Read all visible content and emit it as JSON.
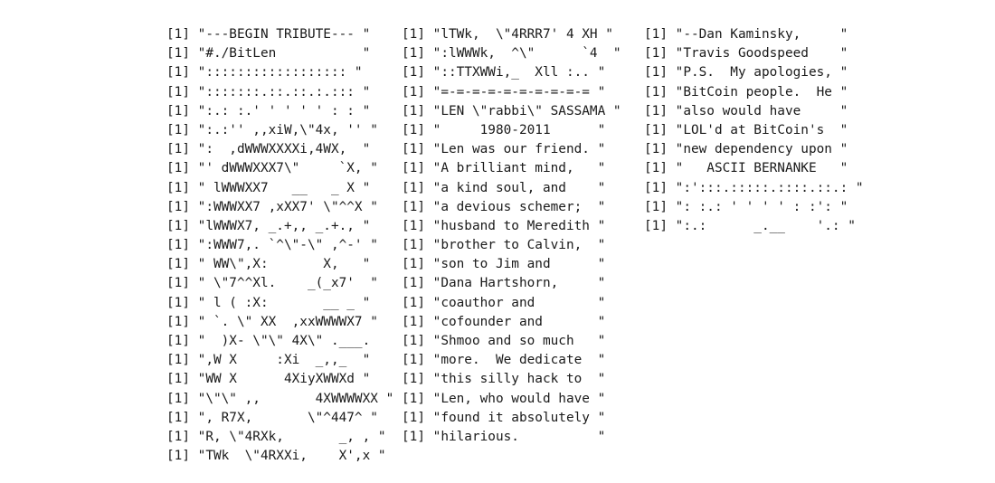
{
  "columns": [
    {
      "lines": [
        "[1] \"---BEGIN TRIBUTE--- \"",
        "[1] \"#./BitLen           \"",
        "[1] \":::::::::::::::::: \"",
        "[1] \":::::::.::.::.:.::: \"",
        "[1] \":.: :.' ' ' ' ' : : \"",
        "[1] \":.:'' ,,xiW,\\\"4x, '' \"",
        "[1] \":  ,dWWWXXXXi,4WX,  \"",
        "[1] \"' dWWWXXX7\\\"     `X, \"",
        "[1] \" lWWWXX7   __   _ X \"",
        "[1] \":WWWXX7 ,xXX7' \\\"^^X \"",
        "[1] \"lWWWX7, _.+,, _.+., \"",
        "[1] \":WWW7,. `^\\\"-\\\" ,^-' \"",
        "[1] \" WW\\\",X:       X,   \"",
        "[1] \" \\\"7^^Xl.    _(_x7'  \"",
        "[1] \" l ( :X:       __ _ \"",
        "[1] \" `. \\\" XX  ,xxWWWWX7 \"",
        "[1] \"  )X- \\\"\\\" 4X\\\" .___.",
        "[1] \",W X     :Xi  _,,_  \"",
        "[1] \"WW X      4XiyXWWXd \"",
        "[1] \"\\\"\\\" ,,       4XWWWWXX \"",
        "[1] \", R7X,       \\\"^447^ \"",
        "[1] \"R, \\\"4RXk,       _, , \"",
        "[1] \"TWk  \\\"4RXXi,    X',x \""
      ]
    },
    {
      "lines": [
        "[1] \"lTWk,  \\\"4RRR7' 4 XH \"",
        "[1] \":lWWWk,  ^\\\"      `4  \"",
        "[1] \"::TTXWWi,_  Xll :.. \"",
        "[1] \"=-=-=-=-=-=-=-=-=-= \"",
        "[1] \"LEN \\\"rabbi\\\" SASSAMA \"",
        "[1] \"     1980-2011      \"",
        "[1] \"Len was our friend. \"",
        "[1] \"A brilliant mind,   \"",
        "[1] \"a kind soul, and    \"",
        "[1] \"a devious schemer;  \"",
        "[1] \"husband to Meredith \"",
        "[1] \"brother to Calvin,  \"",
        "[1] \"son to Jim and      \"",
        "[1] \"Dana Hartshorn,     \"",
        "[1] \"coauthor and        \"",
        "[1] \"cofounder and       \"",
        "[1] \"Shmoo and so much   \"",
        "[1] \"more.  We dedicate  \"",
        "[1] \"this silly hack to  \"",
        "[1] \"Len, who would have \"",
        "[1] \"found it absolutely \"",
        "[1] \"hilarious.          \""
      ]
    },
    {
      "lines": [
        "[1] \"--Dan Kaminsky,     \"",
        "[1] \"Travis Goodspeed    \"",
        "[1] \"P.S.  My apologies, \"",
        "[1] \"BitCoin people.  He \"",
        "[1] \"also would have     \"",
        "[1] \"LOL'd at BitCoin's  \"",
        "[1] \"new dependency upon \"",
        "[1] \"   ASCII BERNANKE   \"",
        "[1] \":':::.:::::.::::.::.: \"",
        "[1] \": :.: ' ' ' ' : :': \"",
        "[1] \":.:      _.__    '.: \""
      ]
    }
  ]
}
